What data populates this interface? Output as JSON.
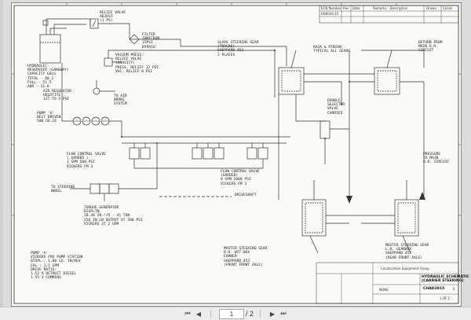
{
  "schematic": {
    "labels": {
      "relief_valve": "RELIEF VALVE\nADJUST\n(1 PS)",
      "filter": "FILTER\n10MICRON\n15PSI\nBYPASS",
      "reservoir": "HYDRAULIC\nRESERVOIR (GANGWAY)\nCAPACITY GALS\nTOTAL - 80.1\nFULL - 51.5\nADD - 11.8",
      "vacuum_relief": "VACUUM PRESS.\nRELIEF VALVE\n(GRAVITY)\nPRESS. RELIEF 12 PSI\nVAC. RELIEF 0 PSI",
      "air_regulator": "AIR REGULATOR\nHOLDTITE\n127 TO 5 PSI",
      "air_system": "TO AIR\nBRAKE\nSYSTEM",
      "pump_a": "PUMP 'A'\nBELT DRIVEN\n500 SO.24",
      "flow_control": "FLOW CONTROL VALVE\n( GARDED )\n1 GPM 500 PSI\nVICKERS FM 3",
      "to_steering": "TO STEERING\nWHEEL",
      "torque_generator": "TORQUE GENERATOR\nDISPLTN.\n10.30 IN.³/R - 4½ TON\n250 IN.LB OUTPUT AT 500 PSI\nVICKERS 3T 2 GPM",
      "pump_note": "PUMP 'A'\nVICKERS FM3 PUMP STATION\nDISPL.: 1.80 CU. IN/REV\nCAL.: 1.5 GPM\nDRIVE RATIO:\n1.52 X DETROIT DIESEL\n1.55 X CUMMINS",
      "slave_steering": "SLAVE STEERING GEAR\n(TRACKS)\nSHEPPARD 452\n2 PLACES",
      "rack_pinion": "RACK & PINION\nTYPICAL ALL GEARS",
      "return_main": "RETURN FROM\nMAIN O.R.\nCIRCUIT",
      "double_selector": "DOUBLE\nSELECTOR\nVALVE\nCARRIES",
      "pressure_main": "PRESSURE\nTO MAIN\nO.R. CIRCUIT",
      "flow_control_2": "FLOW CONTROL VALVE\n(GARDED)\n8 GPM 2000 PSI\nVICKERS FM 3",
      "driveshaft": "DRIVESHAFT",
      "master_gear_rh": "MASTER STEERING GEAR\nR.H. WIT-BOX\nCORNER\nSHEPPARD 452\n(FRONT FRONT AXLE)",
      "master_gear_lh": "MASTER STEERING GEAR\nL.H. GEARBOX\nSHEPPARD 452\n(REAR FRONT AXLE)"
    },
    "title_block": {
      "company": "Construction Equipment Group",
      "title": "HYDRAULIC SCHEMATIC\n(CARRIER STEERING)",
      "scale": "NONE",
      "dwg_no": "CHAD2815",
      "rev": "0",
      "sheet": "1 OF 1"
    },
    "revision_header": [
      "ECN Number",
      "Rev",
      "Date",
      "Remarks - Description",
      "Drawn",
      "Check"
    ],
    "revision_row": [
      "H08500-15",
      "",
      "",
      "",
      "",
      ""
    ]
  },
  "toolbar": {
    "page_current": "1",
    "page_total": "/ 2"
  }
}
